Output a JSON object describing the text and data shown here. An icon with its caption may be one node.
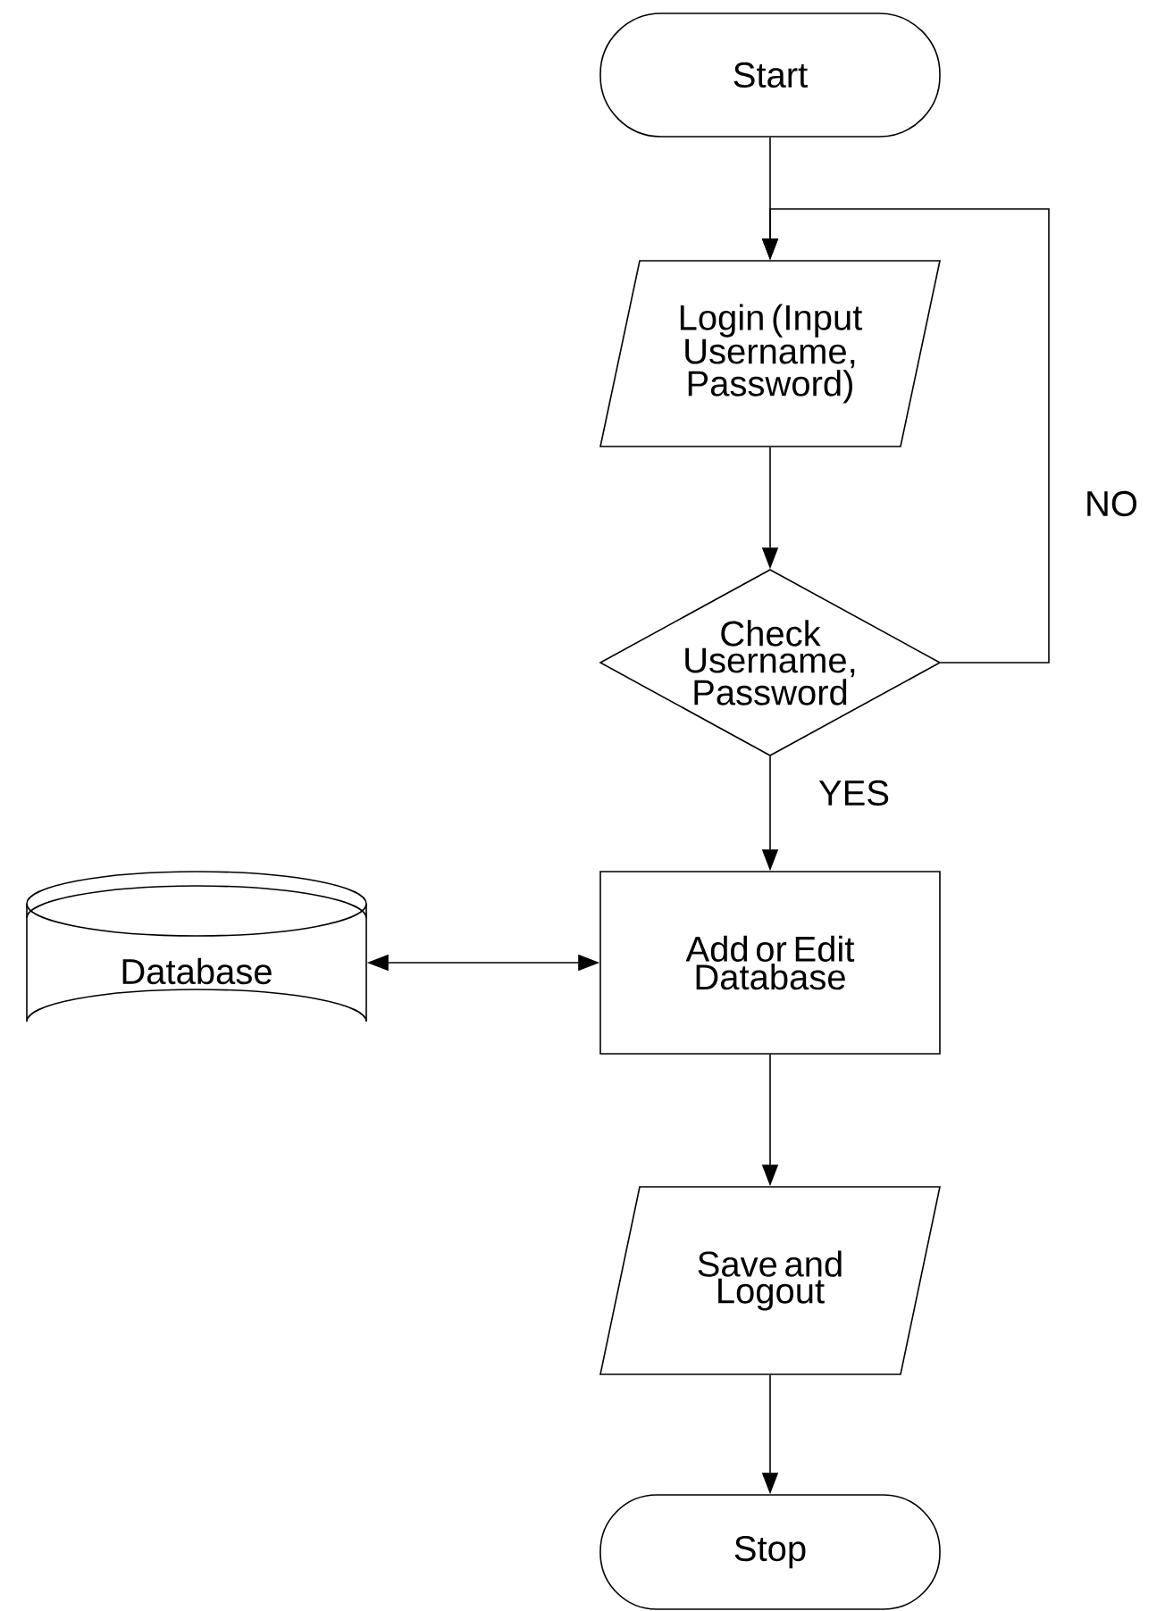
{
  "diagram": {
    "nodes": [
      {
        "text": [
          "Start"
        ]
      },
      {
        "text": [
          "Login (Input Username, Password)"
        ]
      },
      {
        "text": [
          "Check Username, Password"
        ]
      },
      {
        "text": [
          "Add or Edit Database"
        ]
      },
      {
        "text": [
          "Database"
        ]
      },
      {
        "text": [
          "Save and Logout"
        ]
      },
      {
        "text": [
          "Stop"
        ]
      }
    ],
    "edges": [
      {
        "from": 0,
        "to": 1,
        "arrow": "to"
      },
      {
        "from": 1,
        "to": 2,
        "arrow": "to"
      },
      {
        "from": 2,
        "to": 1,
        "arrow": "to",
        "label": "NO"
      },
      {
        "from": 2,
        "to": 3,
        "arrow": "to",
        "label": "YES"
      },
      {
        "from": 4,
        "to": 3,
        "arrow": "both"
      },
      {
        "from": 3,
        "to": 5,
        "arrow": "to"
      },
      {
        "from": 5,
        "to": 6,
        "arrow": "to"
      }
    ]
  }
}
